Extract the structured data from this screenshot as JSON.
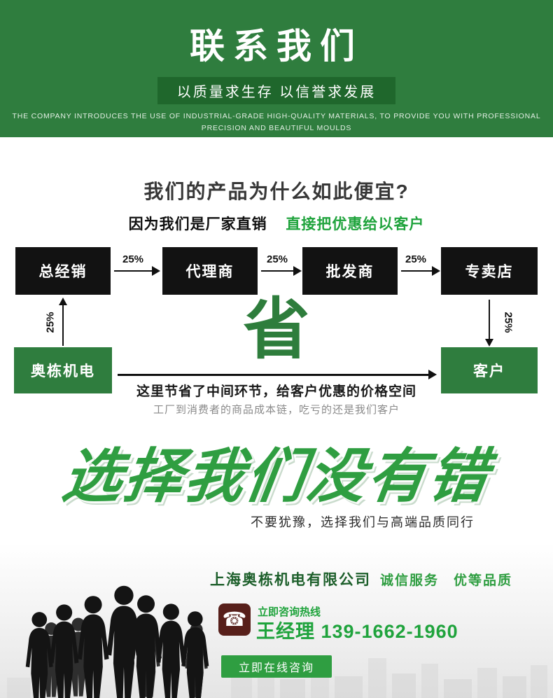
{
  "header": {
    "title": "联系我们",
    "slogan": "以质量求生存 以信誉求发展",
    "subtitle_line1": "THE COMPANY INTRODUCES THE USE OF INDUSTRIAL-GRADE HIGH-QUALITY MATERIALS, TO PROVIDE YOU WITH PROFESSIONAL",
    "subtitle_line2": "PRECISION AND BEAUTIFUL MOULDS"
  },
  "why": {
    "title": "我们的产品为什么如此便宜?",
    "reason_plain": "因为我们是厂家直销",
    "reason_highlight": "直接把优惠给以客户"
  },
  "flow": {
    "chain": [
      "总经销",
      "代理商",
      "批发商",
      "专卖店"
    ],
    "percent": "25%",
    "factory": "奥栋机电",
    "customer": "客户",
    "save_char": "省",
    "note_bold": "这里节省了中间环节，给客户优惠的价格空间",
    "note_gray": "工厂到消费者的商品成本链，吃亏的还是我们客户"
  },
  "choose": {
    "headline": "选择我们没有错",
    "subline": "不要犹豫，选择我们与高端品质同行"
  },
  "footer": {
    "company": "上海奥栋机电有限公司",
    "tagline": "诚信服务　优等品质",
    "hotline_label": "立即咨询热线",
    "contact": "王经理 139-1662-1960",
    "cta": "立即在线咨询"
  },
  "icons": {
    "phone": "☎"
  },
  "colors": {
    "header_green": "#2f7d3e",
    "ribbon_green": "#1f672c",
    "accent_green": "#1fa33c",
    "bright_green": "#2f9e41",
    "dark_box": "#121212",
    "phone_icon_bg": "#571f1a",
    "gray_note": "#8a8a8a"
  }
}
